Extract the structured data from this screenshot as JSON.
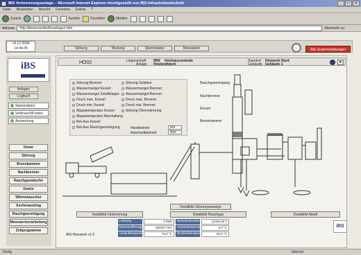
{
  "window": {
    "title": "IBS Verbrennungsanlage – Microsoft Internet Explorer bereitgestellt von IBS-Infrastrukturtechnik"
  },
  "menu": [
    "Datei",
    "Bearbeiten",
    "Ansicht",
    "Favoriten",
    "Extras",
    "?"
  ],
  "toolbar": {
    "back": "Zurück",
    "search": "Suchen",
    "favorites": "Favoriten",
    "media": "Medien"
  },
  "address": {
    "label": "Adresse",
    "url": "http://ibsserver/ibs/ibsanlagen.htm",
    "go": "Wechseln zu"
  },
  "topbar": {
    "date": "14.12.2004",
    "time": "14:44:35",
    "nav": [
      "Störung",
      "Wartung",
      "Stammdaten",
      "Messwerte"
    ],
    "red_button": "Alle Systemmeldungen"
  },
  "left": {
    "logo": "iBS",
    "action_buttons": [
      "Anlagen",
      "Logbuch"
    ],
    "links": [
      "Stammdaten",
      "Verbrauch/Kosten",
      "Auswertung"
    ],
    "menu": [
      "Home",
      "Störung",
      "Brennkammer",
      "Nachbrenner",
      "Rauchgaswäsche",
      "Kamin",
      "Wärmetauscher",
      "Aschenaustrag",
      "Rauchgasreinigung",
      "Messwertverarbeitung",
      "Zeitprogramme"
    ]
  },
  "header": {
    "id": "HO02",
    "area_label": "Liegenschaft",
    "area_code": "IBW",
    "area_val": "Heizhauszentrale",
    "plant_label": "Anlage",
    "plant_val": "Heizkraftwerk",
    "loc_label": "Standort",
    "loc_val": "Heizwerk Nord",
    "bldg_label": "Gebäude",
    "bldg_val": "Gebäude 1"
  },
  "status_left": [
    "Störung Brenner",
    "Wassermangel Kessel",
    "Wassermangel Zuluftklappe",
    "Druck max. Kessel",
    "Druck min. Kessel",
    "Abgastemperatur Kessel",
    "Abgastemperatur Abschaltung",
    "Not-Aus Kessel",
    "Not-Aus Rauchgasreinigung"
  ],
  "status_right": [
    "Störung Gebläse",
    "Wassermangel Brenner",
    "Wassermangel Brenner",
    "Druck max. Brenner",
    "Druck min. Brenner",
    "Störung Ölvorwärmung"
  ],
  "mode": {
    "hand_label": "Handbetrieb",
    "hand_val": "Ein",
    "auto_label": "Automatikbetrieb",
    "auto_val": "Aus"
  },
  "diagram_labels": [
    "Rauchgasreinigung",
    "Nachbrenner",
    "Kessel",
    "Brennkammer"
  ],
  "tabs": {
    "top": "Detailbild Störungsanzeige",
    "bottom": [
      "Detailbild Verbrennung",
      "Detailbild Rauchgas",
      "Detailbild Abluft"
    ]
  },
  "table": {
    "rows": [
      {
        "l1": "Leistung",
        "v1": "0 kWh",
        "l2": "Betriebsstunden",
        "v2": "12345,00 h"
      },
      {
        "l1": "Brennstoffmenge",
        "v1": "136187 Nm³",
        "l2": "Aussentemperatur",
        "v2": "3,0 °C"
      },
      {
        "l1": "Vorlauftemperatur",
        "v1": "79,0 °C",
        "l2": "Rücklauftemperatur",
        "v2": "60,0 °C"
      }
    ],
    "footnote": "IBS-Heizwerk v1.0"
  },
  "status": {
    "left": "Fertig",
    "right": "Internet"
  },
  "colors": {
    "accent": "#c8322a",
    "brand": "#2a3a72",
    "diagram": "#333333"
  }
}
